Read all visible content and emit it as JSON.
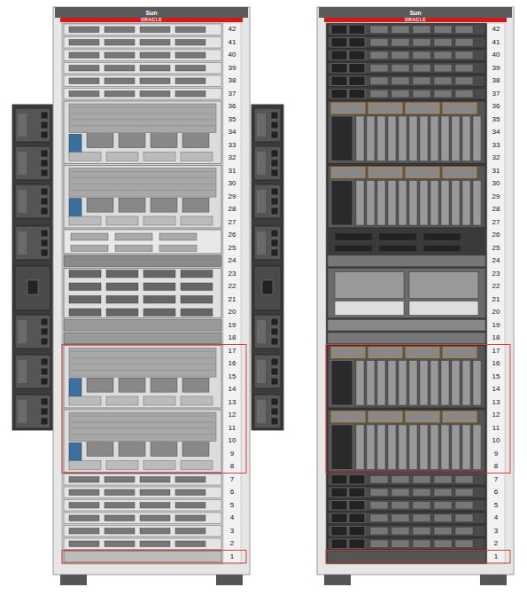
{
  "diagram": {
    "labels": [
      "Sun",
      "ORACLE",
      "42",
      "41",
      "40",
      "39",
      "38",
      "37",
      "36",
      "35",
      "34",
      "33",
      "32",
      "31",
      "30",
      "29",
      "28",
      "27",
      "26",
      "25",
      "24",
      "23",
      "22",
      "21",
      "20",
      "19",
      "18",
      "17",
      "16",
      "15",
      "14",
      "13",
      "12",
      "11",
      "10",
      "9",
      "8",
      "7",
      "6",
      "5",
      "4",
      "3",
      "2",
      "1",
      "Sun",
      "ORACLE",
      "42",
      "41",
      "40",
      "39",
      "38",
      "37",
      "36",
      "35",
      "34",
      "33",
      "32",
      "31",
      "30",
      "29",
      "28",
      "27",
      "26",
      "25",
      "24",
      "23",
      "22",
      "21",
      "20",
      "19",
      "18",
      "17",
      "16",
      "15",
      "14",
      "13",
      "12",
      "11",
      "10",
      "9",
      "8",
      "7",
      "6",
      "5",
      "4",
      "3",
      "2",
      "1"
    ]
  }
}
